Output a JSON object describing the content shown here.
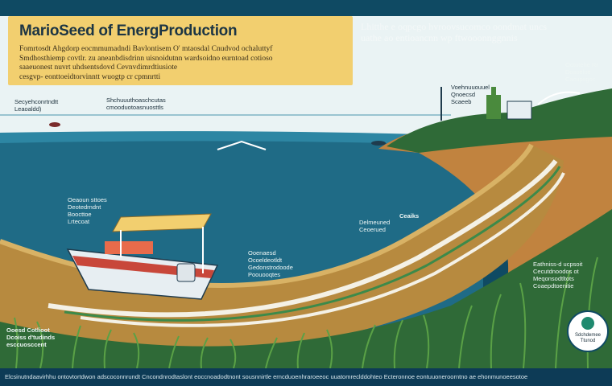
{
  "title": "MarioSeed of EnergProduction",
  "intro_lines": [
    "Fomrtosdt Ahgdorp eocmmumadndi Bavlontisem O' mtaosdal Cnudvod ochaluttyf",
    "Smdhosthiemp covtlr. zu aneanbdisdrinn uisnoidutnn wardsoidno eurntoad cotioso",
    "saaeuonest nuvrt uhdsentsdovd Cevnvdimrdtiusiote",
    "cesgvp- eonttoeidtorvinntt wuogtp cr cpmnrtti"
  ],
  "header_right": [
    "Lhitthe e oqpcgo hvroovsucomco oondmat uncs",
    "uathe ao entioancnn wp ftwooonnggnnis"
  ],
  "labels": {
    "sky_left": [
      "Secyehconrtndtt",
      "Leaoaldd)"
    ],
    "sky_mid": [
      "Shchuuuthoaschcutas",
      "cmooduotoasnuosttls"
    ],
    "turbine_label": [
      "Voehnuuouuel",
      "Qnoecsd",
      "Scaeeb"
    ],
    "right_top": [
      "Ootutehe Rr",
      "Dosoeloe",
      "Cacupsgoc"
    ],
    "ship_label": [
      "Oeaoun sttoes",
      "Deotedrndnt",
      "Boocttoe",
      "Lrtecoat"
    ],
    "mid_label": [
      "Delmeuned",
      "Ceoerued"
    ],
    "cables_label": [
      "Ceaiks"
    ],
    "pipeline_label": [
      "Ooenaesd",
      "Ocoeldeotldt",
      "Gedonstrodoode",
      "Poouooqtes"
    ],
    "right_mid": [
      "Eathniss-d ucpsoit",
      "Cecutdnoodos ot",
      "Meqonsodtltots",
      "Coaepdtoenitie"
    ],
    "bottom_left": [
      "Ooesd Cotlioot",
      "Dcoiss d'tudinds",
      "esccuosccent"
    ]
  },
  "badge_lines": [
    "Sdchdemee",
    "Ttunod"
  ],
  "footer": "Elcsinutndaavirhhu ontovtortdwon adscoconnrundt Cncondnrodtaslont eoccnoadodtnont sousnnirtle erncduoenhraroeeoc uuatomreclddohteo Ecteronnoe eontuuoneroorntno ae ehonmunoeesotoe",
  "colors": {
    "sea": "#1f6b86",
    "sky": "#eaf3f4",
    "panel": "#f2cf6f",
    "seabed": "#b78a3f",
    "vegetation": "#2f6a37",
    "pipeline": "#f4f1e6",
    "navy": "#0f4a63"
  }
}
